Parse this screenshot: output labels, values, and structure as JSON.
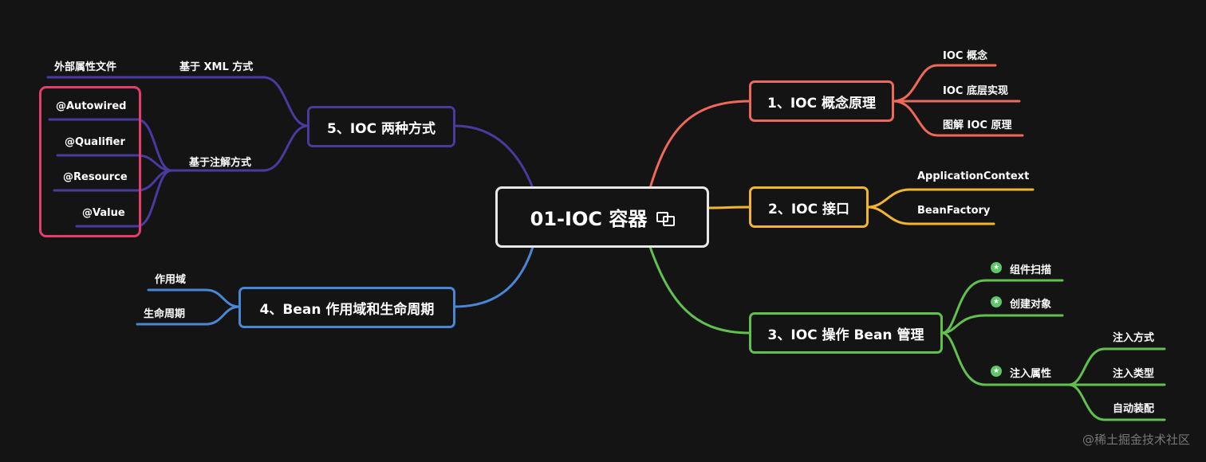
{
  "root": {
    "label": "01-IOC 容器",
    "icon": "link-copy-icon"
  },
  "colors": {
    "red": "#f0685a",
    "yellow": "#f2b52e",
    "green": "#62c04f",
    "blue": "#4b86d6",
    "purple": "#4a3aa0",
    "annotation": "#e23d6c"
  },
  "branch1": {
    "label": "1、IOC 概念原理",
    "items": [
      "IOC 概念",
      "IOC 底层实现",
      "图解 IOC 原理"
    ]
  },
  "branch2": {
    "label": "2、IOC 接口",
    "items": [
      "ApplicationContext",
      "BeanFactory"
    ]
  },
  "branch3": {
    "label": "3、IOC 操作 Bean 管理",
    "items": [
      "组件扫描",
      "创建对象",
      "注入属性"
    ],
    "sub": [
      "注入方式",
      "注入类型",
      "自动装配"
    ]
  },
  "branch4": {
    "label": "4、Bean 作用域和生命周期",
    "items": [
      "作用域",
      "生命周期"
    ]
  },
  "branch5": {
    "label": "5、IOC 两种方式",
    "xml": "基于 XML 方式",
    "xml_sub": "外部属性文件",
    "anno": "基于注解方式",
    "anno_sub": [
      "@Autowired",
      "@Qualifier",
      "@Resource",
      "@Value"
    ]
  },
  "watermark": "@稀土掘金技术社区"
}
